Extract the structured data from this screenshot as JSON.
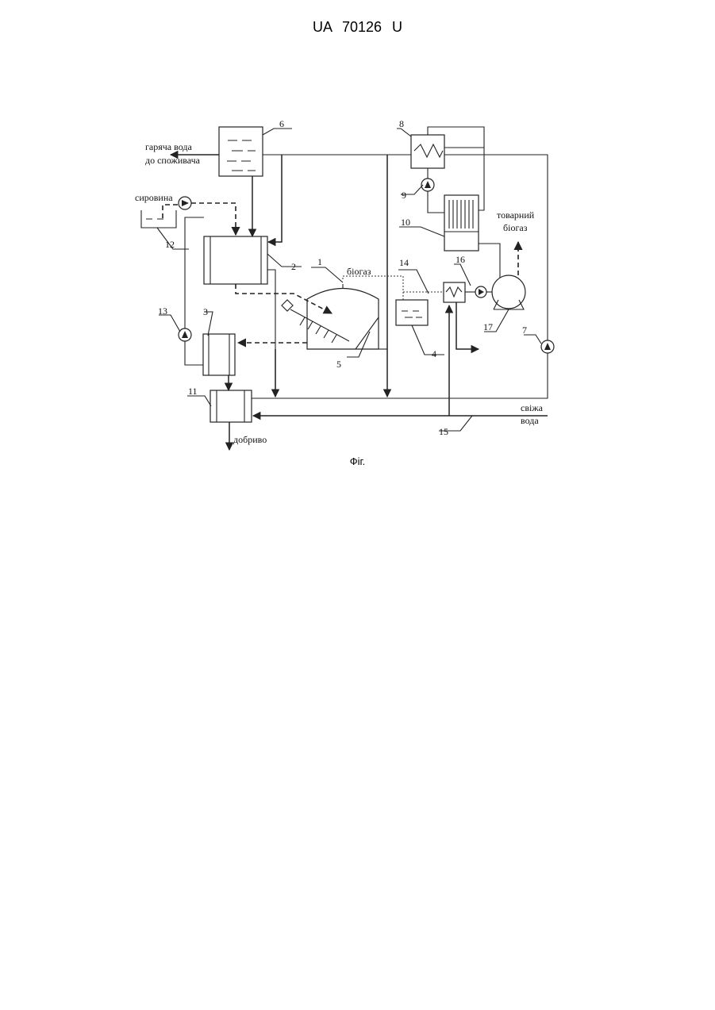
{
  "header": {
    "doc_number": "UA   70126   U"
  },
  "figure": {
    "caption": "Фіг."
  },
  "labels": {
    "hot_water_line1": "гаряча вода",
    "hot_water_line2": "до споживача",
    "raw_material": "сировина",
    "biogas": "біогаз",
    "commercial_biogas_line1": "товарний",
    "commercial_biogas_line2": "біогаз",
    "fertilizer": "добриво",
    "fresh_water_line1": "свіжа",
    "fresh_water_line2": "вода"
  },
  "callouts": {
    "n1": "1",
    "n2": "2",
    "n3": "3",
    "n4": "4",
    "n5": "5",
    "n6": "6",
    "n7": "7",
    "n8": "8",
    "n9": "9",
    "n10": "10",
    "n11": "11",
    "n12": "12",
    "n13": "13",
    "n14": "14",
    "n15": "15",
    "n16": "16",
    "n17": "17"
  }
}
